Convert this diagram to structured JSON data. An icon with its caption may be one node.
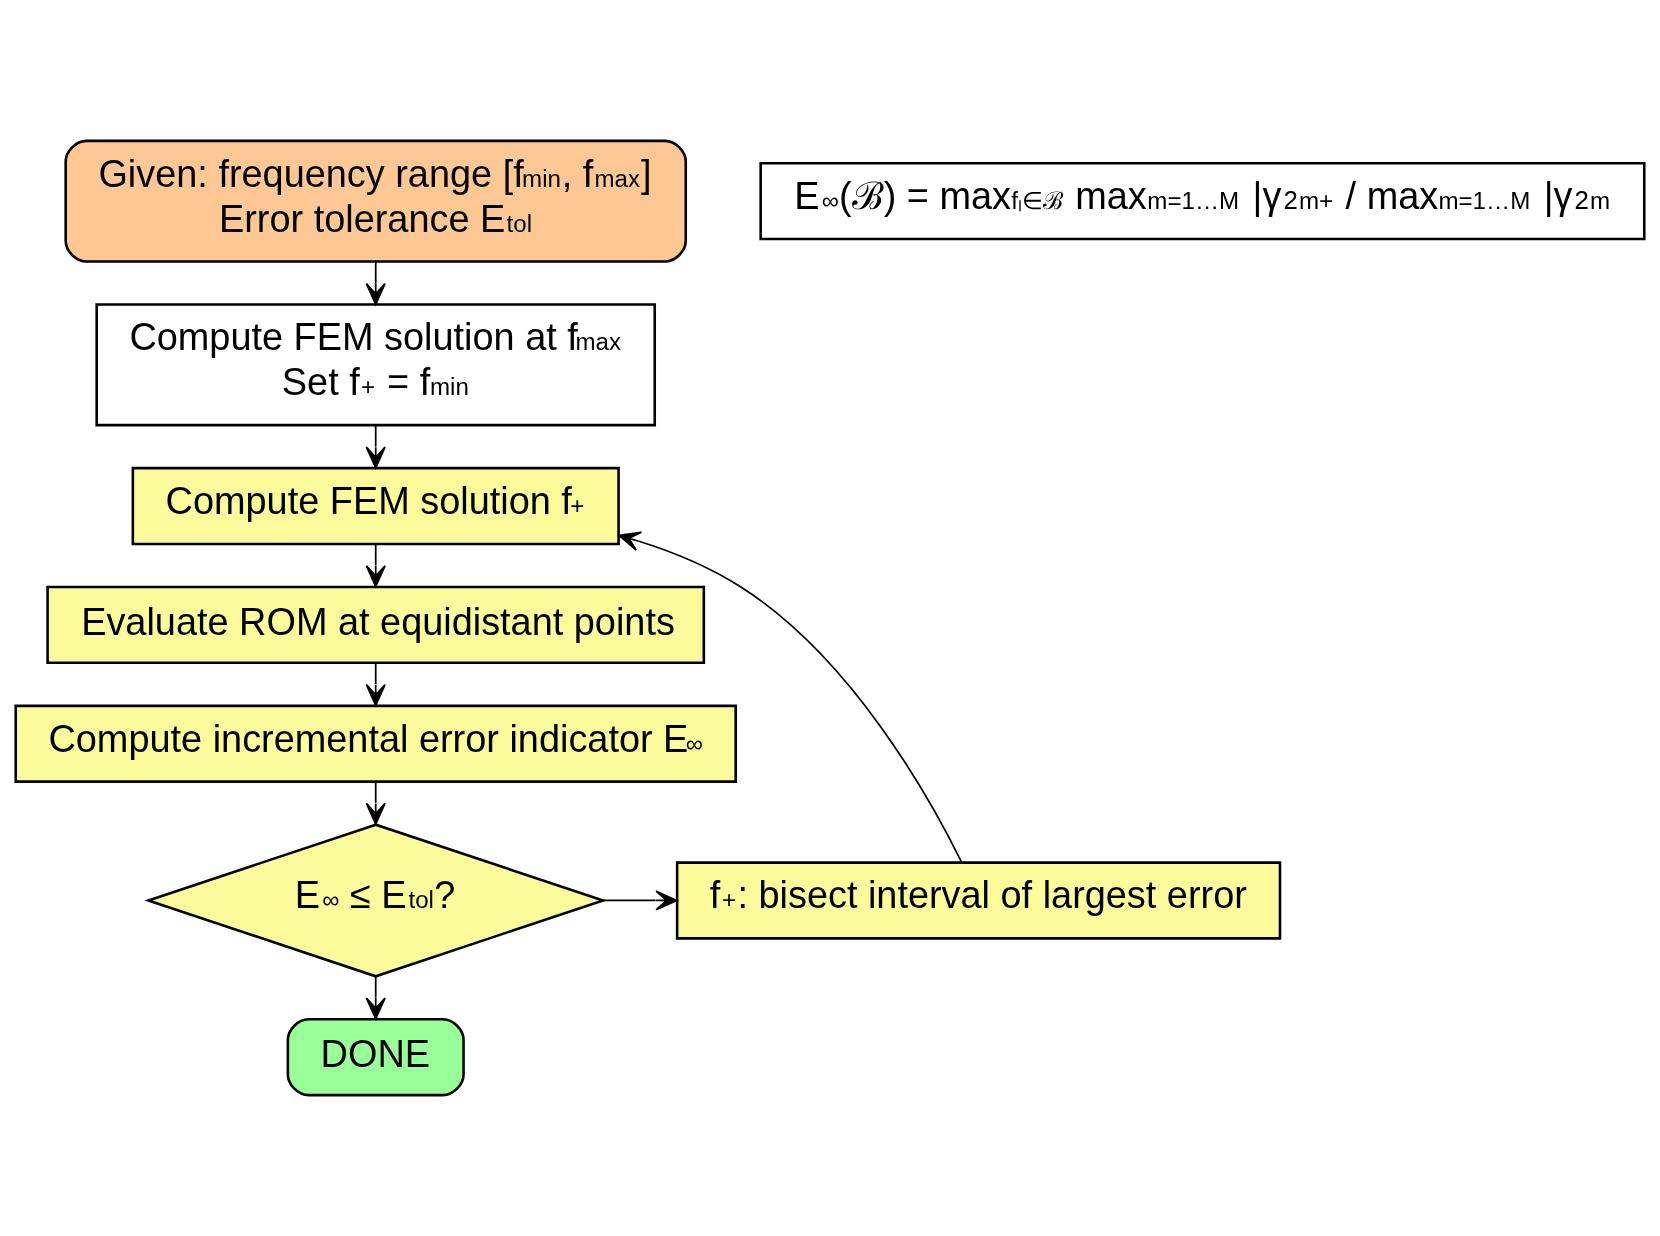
{
  "diagram": {
    "nodes": [
      {
        "text": [
          "Given: frequency range [f$_{min}$, f$_{max}$]",
          "Error tolerance E$_{tol}$"
        ]
      },
      {
        "text": [
          "Compute FEM solution at f$_{max}$",
          "Set f$_{+}$ = f$_{min}$"
        ]
      },
      {
        "text": [
          "Compute FEM solution f$_{+}$"
        ]
      },
      {
        "text": [
          "Evaluate ROM at equidistant points"
        ]
      },
      {
        "text": [
          "Compute incremental error indicator E$_{∞}$"
        ]
      },
      {
        "text": [
          "E$_{∞}$ ≤ E$_{tol}$?"
        ]
      },
      {
        "text": [
          "f$_{+}$: bisect interval of largest error"
        ]
      },
      {
        "text": [
          "DONE"
        ]
      },
      {
        "text": [
          "E$_{∞}$(ℬ) = max$_{fₗ∈ℬ}$ max$_{m=1…M}$ |γ$^{2}$$_{m+}$ / max$_{m=1…M}$ |γ$^{2}$$_{m}$"
        ]
      }
    ],
    "edges": [
      {
        "from": 0,
        "to": 1,
        "arrow": "to"
      },
      {
        "from": 1,
        "to": 2,
        "arrow": "to"
      },
      {
        "from": 2,
        "to": 3,
        "arrow": "to"
      },
      {
        "from": 3,
        "to": 4,
        "arrow": "to"
      },
      {
        "from": 4,
        "to": 5,
        "arrow": "to"
      },
      {
        "from": 5,
        "to": 6,
        "arrow": "to"
      },
      {
        "from": 6,
        "to": 2,
        "arrow": "to"
      },
      {
        "from": 5,
        "to": 7,
        "arrow": "to"
      }
    ]
  }
}
